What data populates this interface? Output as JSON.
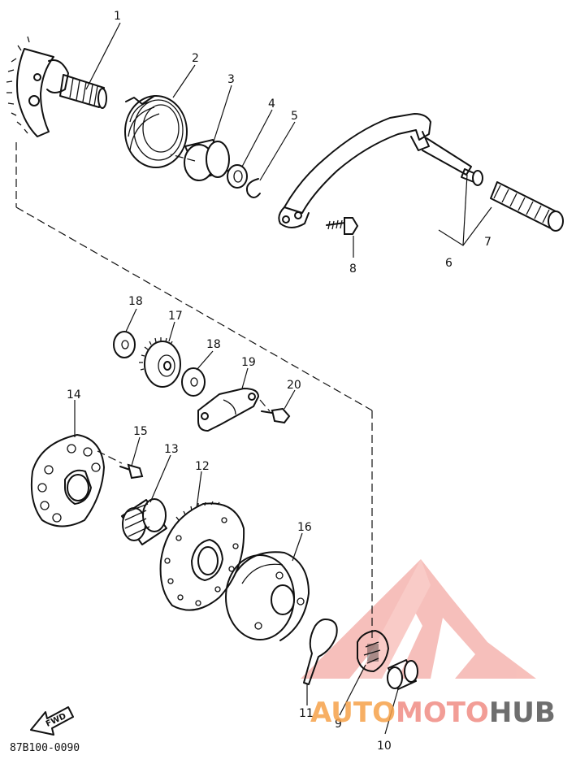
{
  "callouts": [
    "1",
    "2",
    "3",
    "4",
    "5",
    "6",
    "7",
    "8",
    "9",
    "10",
    "11",
    "12",
    "13",
    "14",
    "15",
    "16",
    "17",
    "18",
    "19",
    "20"
  ],
  "fwd_label": "FWD",
  "diagram_code": "87B100-0090",
  "watermark": {
    "part1": "AUTO",
    "part2": "MOTO",
    "part3": "HUB",
    "colors": {
      "accent": "#e8372f",
      "accent_light": "#f5a29a",
      "accent_orange": "#f6a24a",
      "dark": "#333333"
    }
  }
}
